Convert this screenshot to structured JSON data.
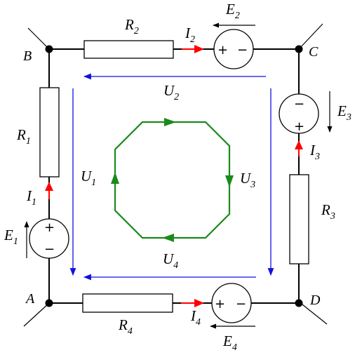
{
  "nodes": {
    "a": "A",
    "b": "B",
    "c": "C",
    "d": "D"
  },
  "resistors": {
    "r1": {
      "main": "R",
      "sub": "1"
    },
    "r2": {
      "main": "R",
      "sub": "2"
    },
    "r3": {
      "main": "R",
      "sub": "3"
    },
    "r4": {
      "main": "R",
      "sub": "4"
    }
  },
  "emfs": {
    "e1": {
      "main": "E",
      "sub": "1"
    },
    "e2": {
      "main": "E",
      "sub": "2"
    },
    "e3": {
      "main": "E",
      "sub": "3"
    },
    "e4": {
      "main": "E",
      "sub": "4"
    }
  },
  "currents": {
    "i1": {
      "main": "I",
      "sub": "1"
    },
    "i2": {
      "main": "I",
      "sub": "2"
    },
    "i3": {
      "main": "I",
      "sub": "3"
    },
    "i4": {
      "main": "I",
      "sub": "4"
    }
  },
  "voltages": {
    "u1": {
      "main": "U",
      "sub": "1"
    },
    "u2": {
      "main": "U",
      "sub": "2"
    },
    "u3": {
      "main": "U",
      "sub": "3"
    },
    "u4": {
      "main": "U",
      "sub": "4"
    }
  },
  "symbols": {
    "plus": "+",
    "minus": "−"
  },
  "colors": {
    "current_arrow": "#ff0000",
    "voltage_arrow": "#1010e0",
    "loop": "#1b8a1b"
  }
}
